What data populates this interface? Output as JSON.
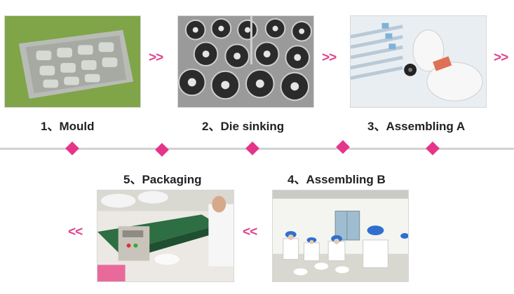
{
  "steps": [
    {
      "label": "1、Mould",
      "image": "mould-photo"
    },
    {
      "label": "2、Die sinking",
      "image": "die-sinking-photo"
    },
    {
      "label": "3、Assembling A",
      "image": "assembling-a-photo"
    },
    {
      "label": "4、Assembling B",
      "image": "assembling-b-photo"
    },
    {
      "label": "5、Packaging",
      "image": "packaging-photo"
    }
  ],
  "arrows": {
    "forward": ">>",
    "backward": "<<"
  },
  "colors": {
    "accent": "#e5358b",
    "timeline": "#d2d2d2",
    "text": "#222222"
  }
}
